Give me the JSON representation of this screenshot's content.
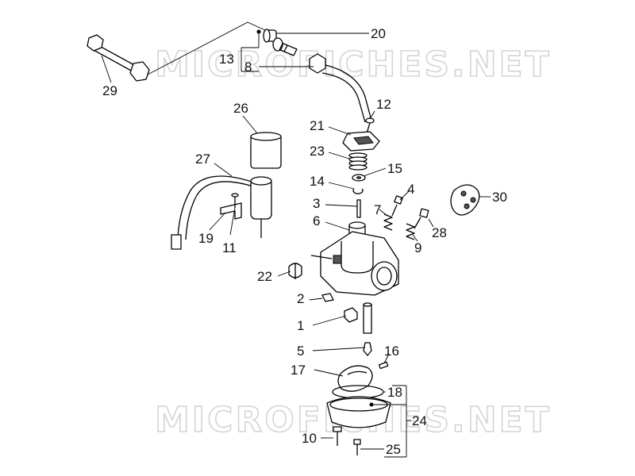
{
  "watermark": {
    "top": "MICROFICHES.NET",
    "bottom": "MICROFICHES.NET"
  },
  "labels": {
    "l1": "1",
    "l2": "2",
    "l3": "3",
    "l4": "4",
    "l5": "5",
    "l6": "6",
    "l7": "7",
    "l8": "8",
    "l9": "9",
    "l10": "10",
    "l11": "11",
    "l12": "12",
    "l13": "13",
    "l14": "14",
    "l15": "15",
    "l16": "16",
    "l17": "17",
    "l18": "18",
    "l19": "19",
    "l20": "20",
    "l21": "21",
    "l22": "22",
    "l23": "23",
    "l24": "24",
    "l25": "25",
    "l26": "26",
    "l27": "27",
    "l28": "28",
    "l29": "29",
    "l30": "30"
  }
}
